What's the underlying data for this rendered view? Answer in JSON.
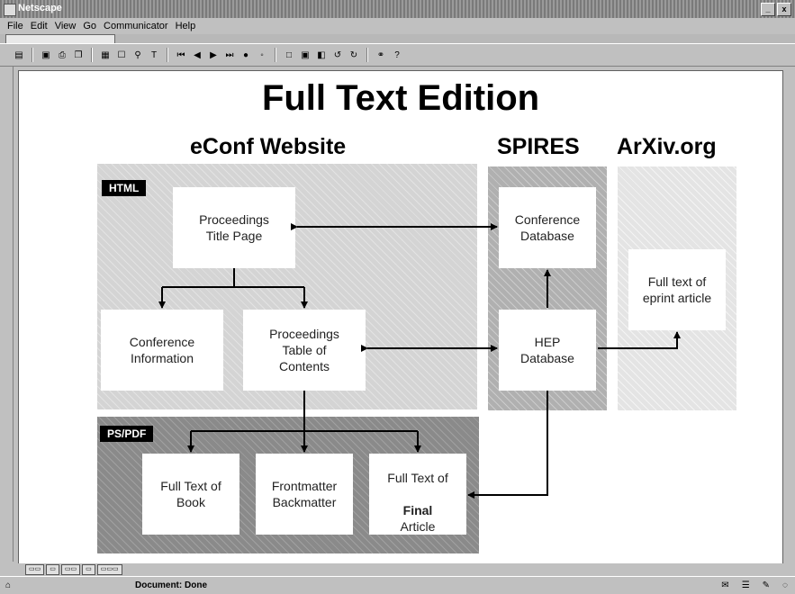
{
  "window": {
    "title": "Netscape",
    "buttons": [
      "_",
      "x"
    ]
  },
  "menu": [
    "File",
    "Edit",
    "View",
    "Go",
    "Communicator",
    "Help"
  ],
  "toolbar": {
    "icons": [
      "page-icon",
      "save-icon",
      "print-icon",
      "copy-icon",
      "image-icon",
      "search-icon",
      "zoom-icon",
      "text-icon",
      "first-page-icon",
      "prev-page-icon",
      "next-page-icon",
      "last-page-icon",
      "back-icon",
      "forward-icon",
      "single-page-icon",
      "fit-page-icon",
      "fit-width-icon",
      "rotate-left-icon",
      "rotate-right-icon",
      "find-icon"
    ]
  },
  "slide": {
    "title": "Full Text Edition",
    "sections": {
      "econf": "eConf Website",
      "spires": "SPIRES",
      "arxiv": "ArXiv.org"
    },
    "tags": {
      "html": "HTML",
      "pspdf": "PS/PDF"
    },
    "boxes": {
      "proc_title": "Proceedings\nTitle Page",
      "conf_info": "Conference\nInformation",
      "proc_toc": "Proceedings\nTable of\nContents",
      "conf_db": "Conference\nDatabase",
      "hep_db": "HEP\nDatabase",
      "eprint": "Full text of\neprint article",
      "book": "Full Text of\nBook",
      "frontmatter": "Frontmatter\nBackmatter",
      "final_pre": "Full Text of",
      "final_bold": "Final",
      "final_post": "Article"
    }
  },
  "status": {
    "message": "Document: Done"
  },
  "colors": {
    "canvas": "#ffffff",
    "frame": "#c0c0c0",
    "tag": "#000000"
  }
}
